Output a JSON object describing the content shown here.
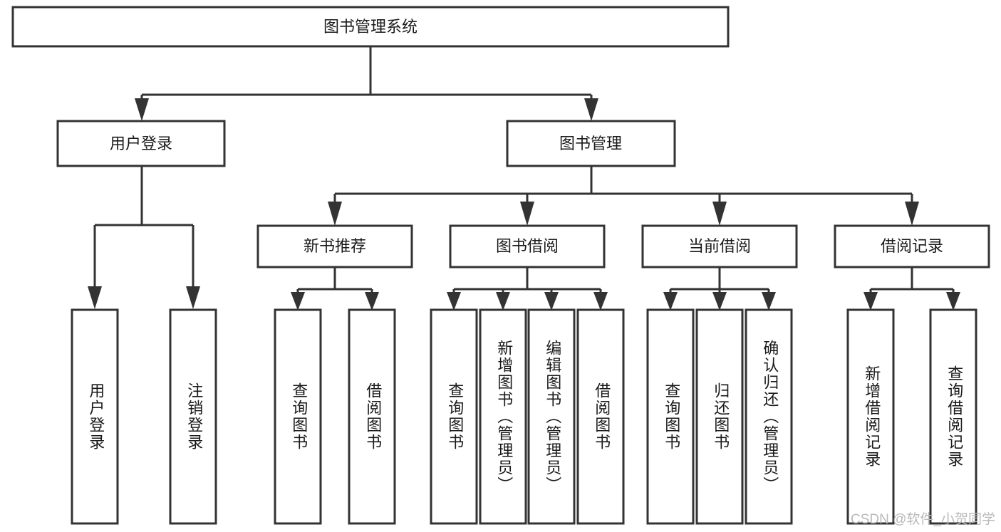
{
  "diagram": {
    "type": "tree",
    "title_node": {
      "label": "图书管理系统"
    },
    "level2": [
      {
        "id": "user-login",
        "label": "用户登录"
      },
      {
        "id": "book-management",
        "label": "图书管理"
      }
    ],
    "level3": [
      {
        "id": "new-book-recommend",
        "label": "新书推荐",
        "parent": "book-management"
      },
      {
        "id": "book-borrow",
        "label": "图书借阅",
        "parent": "book-management"
      },
      {
        "id": "current-borrow",
        "label": "当前借阅",
        "parent": "book-management"
      },
      {
        "id": "borrow-record",
        "label": "借阅记录",
        "parent": "book-management"
      }
    ],
    "leaves": {
      "user-login": [
        {
          "id": "leaf-user-login",
          "label": "用户登录"
        },
        {
          "id": "leaf-logout-login",
          "label": "注销登录"
        }
      ],
      "new-book-recommend": [
        {
          "id": "leaf-query-book-1",
          "label": "查询图书"
        },
        {
          "id": "leaf-borrow-book-1",
          "label": "借阅图书"
        }
      ],
      "book-borrow": [
        {
          "id": "leaf-query-book-2",
          "label": "查询图书"
        },
        {
          "id": "leaf-add-book",
          "label": "新增图书（管理员）"
        },
        {
          "id": "leaf-edit-book",
          "label": "编辑图书（管理员）"
        },
        {
          "id": "leaf-borrow-book-2",
          "label": "借阅图书"
        }
      ],
      "current-borrow": [
        {
          "id": "leaf-query-book-3",
          "label": "查询图书"
        },
        {
          "id": "leaf-return-book",
          "label": "归还图书"
        },
        {
          "id": "leaf-confirm-return",
          "label": "确认归还（管理员）"
        }
      ],
      "borrow-record": [
        {
          "id": "leaf-add-record",
          "label": "新增借阅记录"
        },
        {
          "id": "leaf-query-record",
          "label": "查询借阅记录"
        }
      ]
    },
    "colors": {
      "stroke": "#333333",
      "fill": "#ffffff",
      "text": "#1a1a1a",
      "watermark": "#b9b9b9"
    }
  },
  "watermark": {
    "text": "CSDN @软件_小贺同学"
  }
}
